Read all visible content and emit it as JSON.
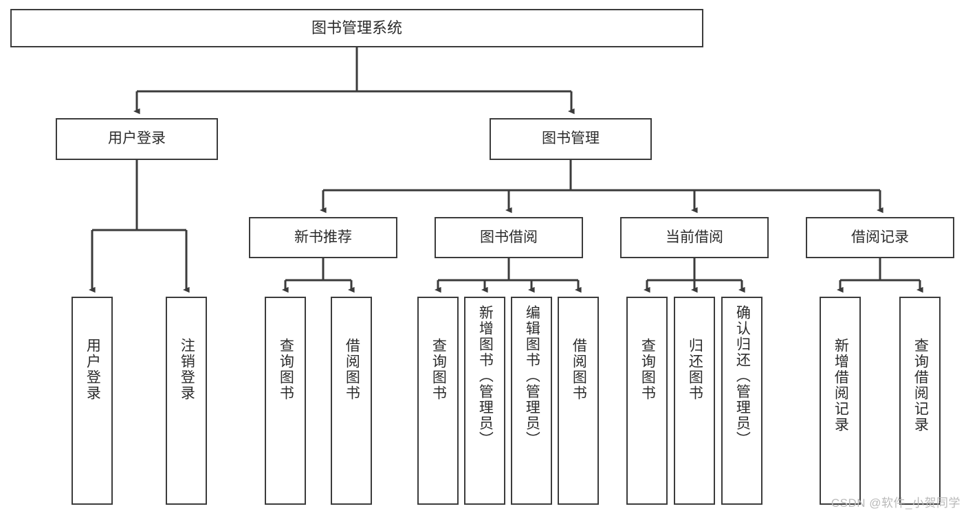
{
  "diagram": {
    "title": "图书管理系统",
    "watermark": "CSDN @软件_小贺同学",
    "root": {
      "label": "图书管理系统"
    },
    "branches": [
      {
        "label": "用户登录"
      },
      {
        "label": "图书管理"
      }
    ],
    "subbranches": [
      {
        "label": "新书推荐"
      },
      {
        "label": "图书借阅"
      },
      {
        "label": "当前借阅"
      },
      {
        "label": "借阅记录"
      }
    ],
    "leaves": {
      "user_login": [
        {
          "label": "用户登录"
        },
        {
          "label": "注销登录"
        }
      ],
      "new_book": [
        {
          "label": "查询图书"
        },
        {
          "label": "借阅图书"
        }
      ],
      "book_borrow": [
        {
          "label": "查询图书"
        },
        {
          "label": "新增图书（管理员）"
        },
        {
          "label": "编辑图书（管理员）"
        },
        {
          "label": "借阅图书"
        }
      ],
      "current_borrow": [
        {
          "label": "查询图书"
        },
        {
          "label": "归还图书"
        },
        {
          "label": "确认归还（管理员）"
        }
      ],
      "borrow_record": [
        {
          "label": "新增借阅记录"
        },
        {
          "label": "查询借阅记录"
        }
      ]
    },
    "colors": {
      "stroke": "#3b3b3b",
      "fill": "#ffffff",
      "text": "#2b2b2b",
      "watermark": "#b9b9b9"
    }
  }
}
